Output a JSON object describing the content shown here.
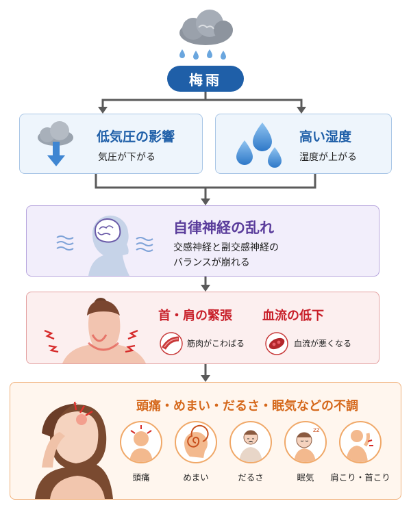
{
  "top": {
    "label": "梅雨"
  },
  "left_box": {
    "title": "低気圧の影響",
    "desc": "気圧が下がる"
  },
  "right_box": {
    "title": "高い湿度",
    "desc": "湿度が上がる"
  },
  "autonomic": {
    "title": "自律神経の乱れ",
    "desc_line1": "交感神経と副交感神経の",
    "desc_line2": "バランスが崩れる"
  },
  "tension": {
    "title_left": "首・肩の緊張",
    "title_right": "血流の低下",
    "item1": "筋肉がこわばる",
    "item2": "血流が悪くなる"
  },
  "symptoms": {
    "title": "頭痛・めまい・だるさ・眠気などの不調",
    "items": [
      {
        "label": "頭痛",
        "icon": "headache-icon"
      },
      {
        "label": "めまい",
        "icon": "dizziness-icon"
      },
      {
        "label": "だるさ",
        "icon": "fatigue-icon"
      },
      {
        "label": "眠気",
        "icon": "sleepy-icon"
      },
      {
        "label": "肩こり・首こり",
        "icon": "stiff-shoulder-icon"
      }
    ]
  },
  "colors": {
    "blue": "#1f5fa8",
    "purple": "#5a3c9b",
    "red": "#c8202a",
    "orange": "#d5681b",
    "connector": "#5a5a5a"
  }
}
